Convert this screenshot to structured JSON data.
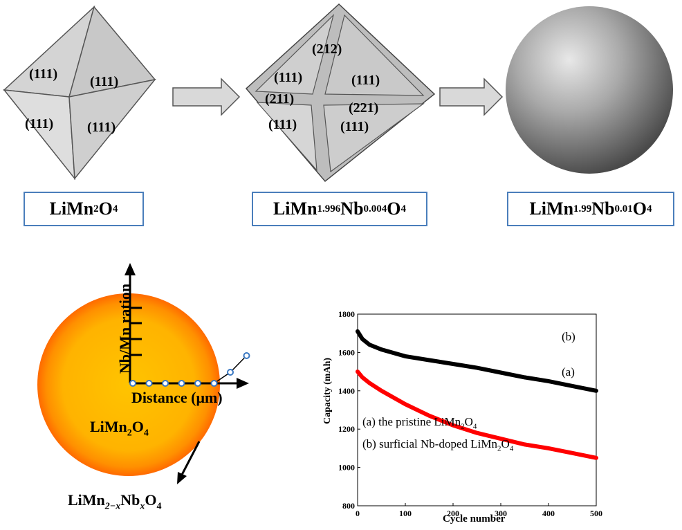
{
  "top_row": {
    "shape1": {
      "facets": [
        "(111)",
        "(111)",
        "(111)",
        "(111)"
      ],
      "label": {
        "base": "LiMn",
        "sub1": "2",
        "mid": "O",
        "sub2": "4"
      }
    },
    "shape2": {
      "facets": [
        "(212)",
        "(111)",
        "(111)",
        "(211)",
        "(221)",
        "(111)",
        "(111)"
      ],
      "label": {
        "a": "LiMn",
        "s1": "1.996",
        "b": "Nb",
        "s2": "0.004",
        "c": "O",
        "s3": "4"
      }
    },
    "shape3": {
      "label": {
        "a": "LiMn",
        "s1": "1.99",
        "b": "Nb",
        "s2": "0.01",
        "c": "O",
        "s3": "4"
      }
    },
    "arrow_color": "#d9d9d9"
  },
  "particle": {
    "y_axis_label": "Nb/Mn ration",
    "x_axis_label": "Distance (μm)",
    "core_label": {
      "a": "LiMn",
      "s1": "2",
      "b": "O",
      "s2": "4"
    },
    "shell_label": {
      "a": "LiMn",
      "s1": "2−x",
      "b": "Nb",
      "s2": "x",
      "c": "O",
      "s3": "4"
    },
    "profile_points": [
      0.0,
      0.0,
      0.0,
      0.0,
      0.0,
      0.0,
      0.4,
      1.0
    ],
    "core_color": "#ffb300",
    "shell_color": "#ff7a00"
  },
  "chart_data": {
    "type": "line",
    "xlabel": "Cycle number",
    "ylabel": "Capacity (mAh)",
    "xlim": [
      0,
      500
    ],
    "ylim": [
      800,
      1800
    ],
    "xticks": [
      0,
      100,
      200,
      300,
      400,
      500
    ],
    "yticks": [
      800,
      1000,
      1200,
      1400,
      1600,
      1800
    ],
    "series": [
      {
        "name": "(a) the pristine LiMn2O4",
        "tag": "(a)",
        "color": "#ff0000",
        "x": [
          0,
          10,
          25,
          50,
          100,
          150,
          200,
          250,
          300,
          350,
          400,
          450,
          500
        ],
        "y": [
          1500,
          1470,
          1440,
          1400,
          1330,
          1270,
          1220,
          1180,
          1150,
          1120,
          1100,
          1075,
          1050
        ]
      },
      {
        "name": "(b) surficial Nb-doped LiMn2O4",
        "tag": "(b)",
        "color": "#000000",
        "x": [
          0,
          10,
          25,
          50,
          100,
          150,
          200,
          250,
          300,
          350,
          400,
          450,
          500
        ],
        "y": [
          1710,
          1670,
          1640,
          1615,
          1580,
          1560,
          1540,
          1520,
          1495,
          1470,
          1450,
          1425,
          1400
        ]
      }
    ],
    "legend": [
      {
        "text": "(a) the pristine LiMn",
        "sub1": "2",
        "mid": "O",
        "sub2": "4"
      },
      {
        "text": "(b) surficial Nb-doped LiMn",
        "sub1": "2",
        "mid": "O",
        "sub2": "4"
      }
    ]
  }
}
